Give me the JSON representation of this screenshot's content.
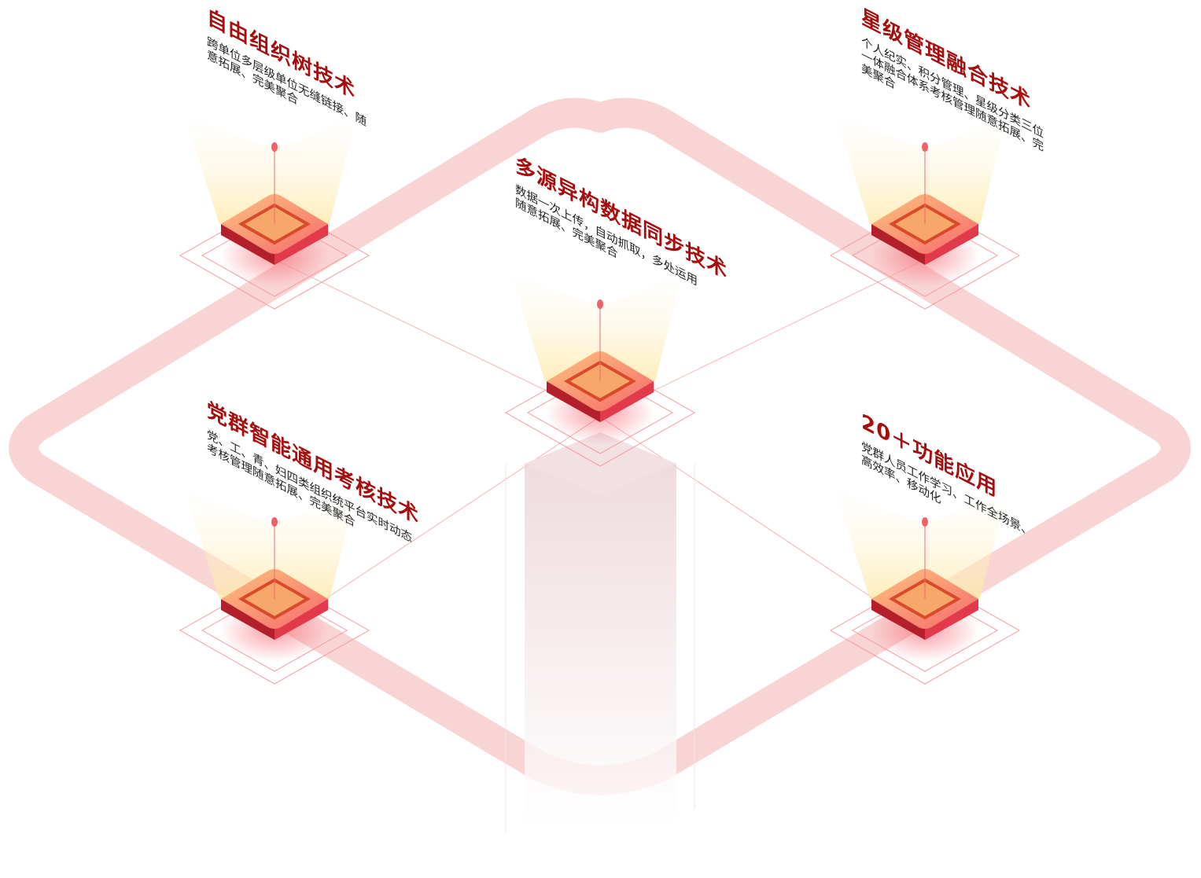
{
  "features": [
    {
      "title": "自由组织树技术",
      "desc": "跨单位多层级单位无缝链接、随意拓展、完美聚合"
    },
    {
      "title": "星级管理融合技术",
      "desc": "个人纪实、积分管理、星级分类三位一体融合体系考核管理随意拓展、完美聚合"
    },
    {
      "title": "多源异构数据同步技术",
      "desc": "数据一次上传，自动抓取，多处运用随意拓展、完美聚合"
    },
    {
      "title": "党群智能通用考核技术",
      "desc": "党、工、青、妇四类组织统平台实时动态考核管理随意拓展、完美聚合"
    },
    {
      "title": "20＋功能应用",
      "desc": "党群人员工作学习、工作全场景、高效率、移动化"
    }
  ],
  "colors": {
    "accent": "#a50e0e",
    "ring": "#f9d4d4",
    "chip": "#f5855f"
  }
}
